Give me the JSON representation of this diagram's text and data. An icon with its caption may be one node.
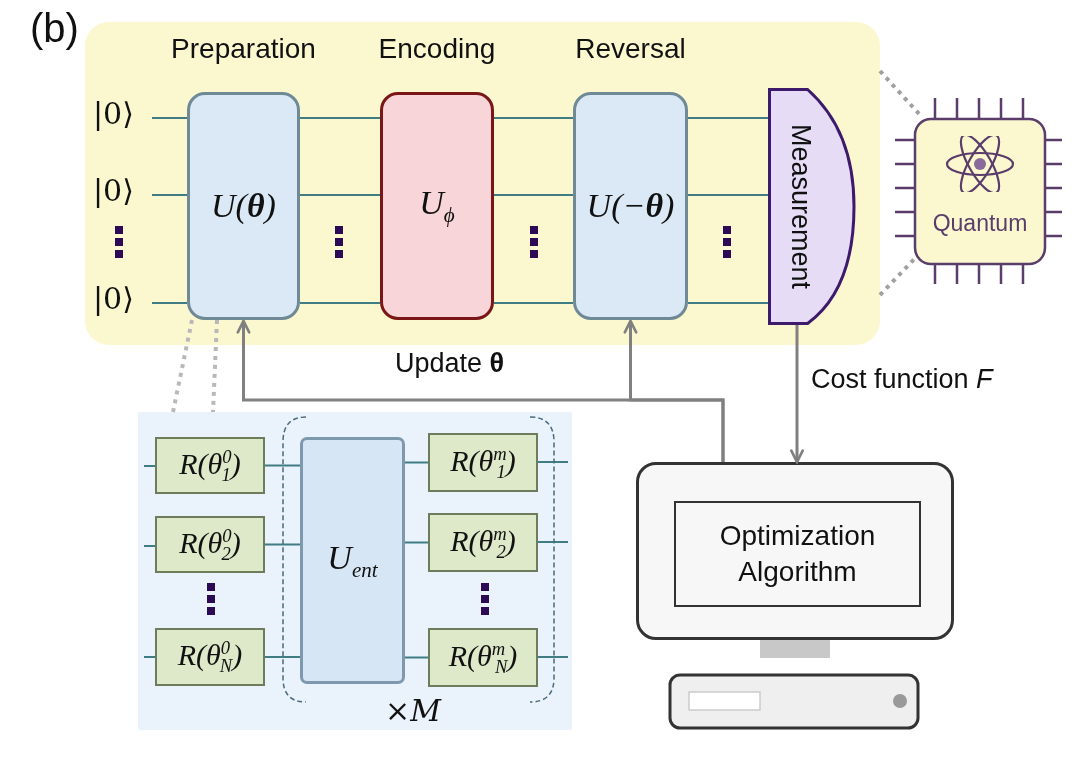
{
  "diagram": {
    "nodes": [
      {
        "text": [],
        "shape": "box"
      },
      {
        "text": [
          "Preparation",
          "U(**θ**)"
        ],
        "in": 0
      },
      {
        "text": [
          "Encoding",
          "U$_{ϕ}$"
        ],
        "in": 0
      },
      {
        "text": [
          "Reversal",
          "U(−**θ**)"
        ],
        "in": 0
      },
      {
        "text": [
          "Measurement"
        ],
        "in": 0
      },
      {
        "text": [
          "Quantum"
        ]
      },
      {
        "text": [],
        "shape": "box"
      },
      {
        "text": [
          "R(θ$^{0}$$_{1}$)"
        ],
        "in": 6
      },
      {
        "text": [
          "R(θ$^{0}$$_{2}$)"
        ],
        "in": 6
      },
      {
        "text": [
          "R(θ$^{0}$$_{N}$)"
        ],
        "in": 6
      },
      {
        "text": [
          "U$_{ent}$"
        ],
        "in": 6
      },
      {
        "text": [
          "R(θ$^{m}$$_{1}$)"
        ],
        "in": 6
      },
      {
        "text": [
          "R(θ$^{m}$$_{2}$)"
        ],
        "in": 6
      },
      {
        "text": [
          "R(θ$^{m}$$_{N}$)"
        ],
        "in": 6
      },
      {
        "text": [],
        "shape": "box"
      },
      {
        "text": [
          "Optimization Algorithm"
        ],
        "in": 14
      }
    ],
    "edges": [
      {
        "from": 0,
        "to": 5,
        "arrow": "none",
        "style": "dashed",
        "color": "#a0a0a0"
      },
      {
        "from": 1,
        "to": 2,
        "arrow": "none"
      },
      {
        "from": 2,
        "to": 3,
        "arrow": "none"
      },
      {
        "from": 3,
        "to": 4,
        "arrow": "none"
      },
      {
        "from": 1,
        "to": 6,
        "arrow": "none",
        "style": "dashed",
        "color": "#b8b8b8"
      },
      {
        "from": 7,
        "to": 10,
        "arrow": "none"
      },
      {
        "from": 8,
        "to": 10,
        "arrow": "none"
      },
      {
        "from": 9,
        "to": 10,
        "arrow": "none"
      },
      {
        "from": 10,
        "to": 11,
        "arrow": "none"
      },
      {
        "from": 10,
        "to": 12,
        "arrow": "none"
      },
      {
        "from": 10,
        "to": 13,
        "arrow": "none"
      },
      {
        "from": 4,
        "to": 14,
        "arrow": "to",
        "label": "Cost function *F*",
        "color": "#808080"
      },
      {
        "from": 14,
        "to": 1,
        "arrow": "to",
        "label": "Update **θ**",
        "color": "#808080"
      },
      {
        "from": 14,
        "to": 3,
        "arrow": "to",
        "color": "#808080"
      },
      {
        "from": 0,
        "to": 5,
        "arrow": "none",
        "style": "dashed",
        "color": "#a0a0a0"
      },
      {
        "from": 1,
        "to": 6,
        "arrow": "none",
        "style": "dashed",
        "color": "#b8b8b8"
      }
    ],
    "labels": [
      "(b)",
      "|0⟩",
      "|0⟩",
      "|0⟩",
      "×*M*"
    ]
  }
}
